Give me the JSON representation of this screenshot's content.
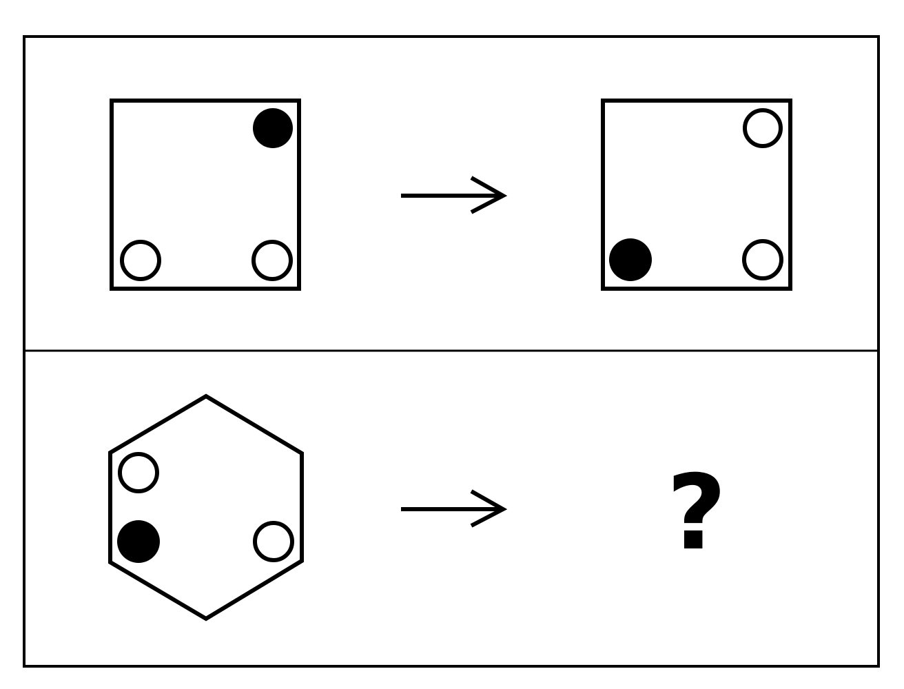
{
  "colors": {
    "ink": "#000000",
    "paper": "#ffffff"
  },
  "puzzle": {
    "top_row": {
      "source": {
        "shape": "square",
        "dots": [
          {
            "corner": "top-right",
            "fill": "filled"
          },
          {
            "corner": "bottom-left",
            "fill": "hollow"
          },
          {
            "corner": "bottom-right",
            "fill": "hollow"
          }
        ]
      },
      "arrow": "arrow-right-icon",
      "result": {
        "shape": "square",
        "dots": [
          {
            "corner": "top-right",
            "fill": "hollow"
          },
          {
            "corner": "bottom-left",
            "fill": "filled"
          },
          {
            "corner": "bottom-right",
            "fill": "hollow"
          }
        ]
      }
    },
    "bottom_row": {
      "source": {
        "shape": "hexagon",
        "dots": [
          {
            "corner": "upper-left",
            "fill": "hollow"
          },
          {
            "corner": "lower-left",
            "fill": "filled"
          },
          {
            "corner": "lower-right",
            "fill": "hollow"
          }
        ]
      },
      "arrow": "arrow-right-icon",
      "unknown_label": "?"
    }
  }
}
